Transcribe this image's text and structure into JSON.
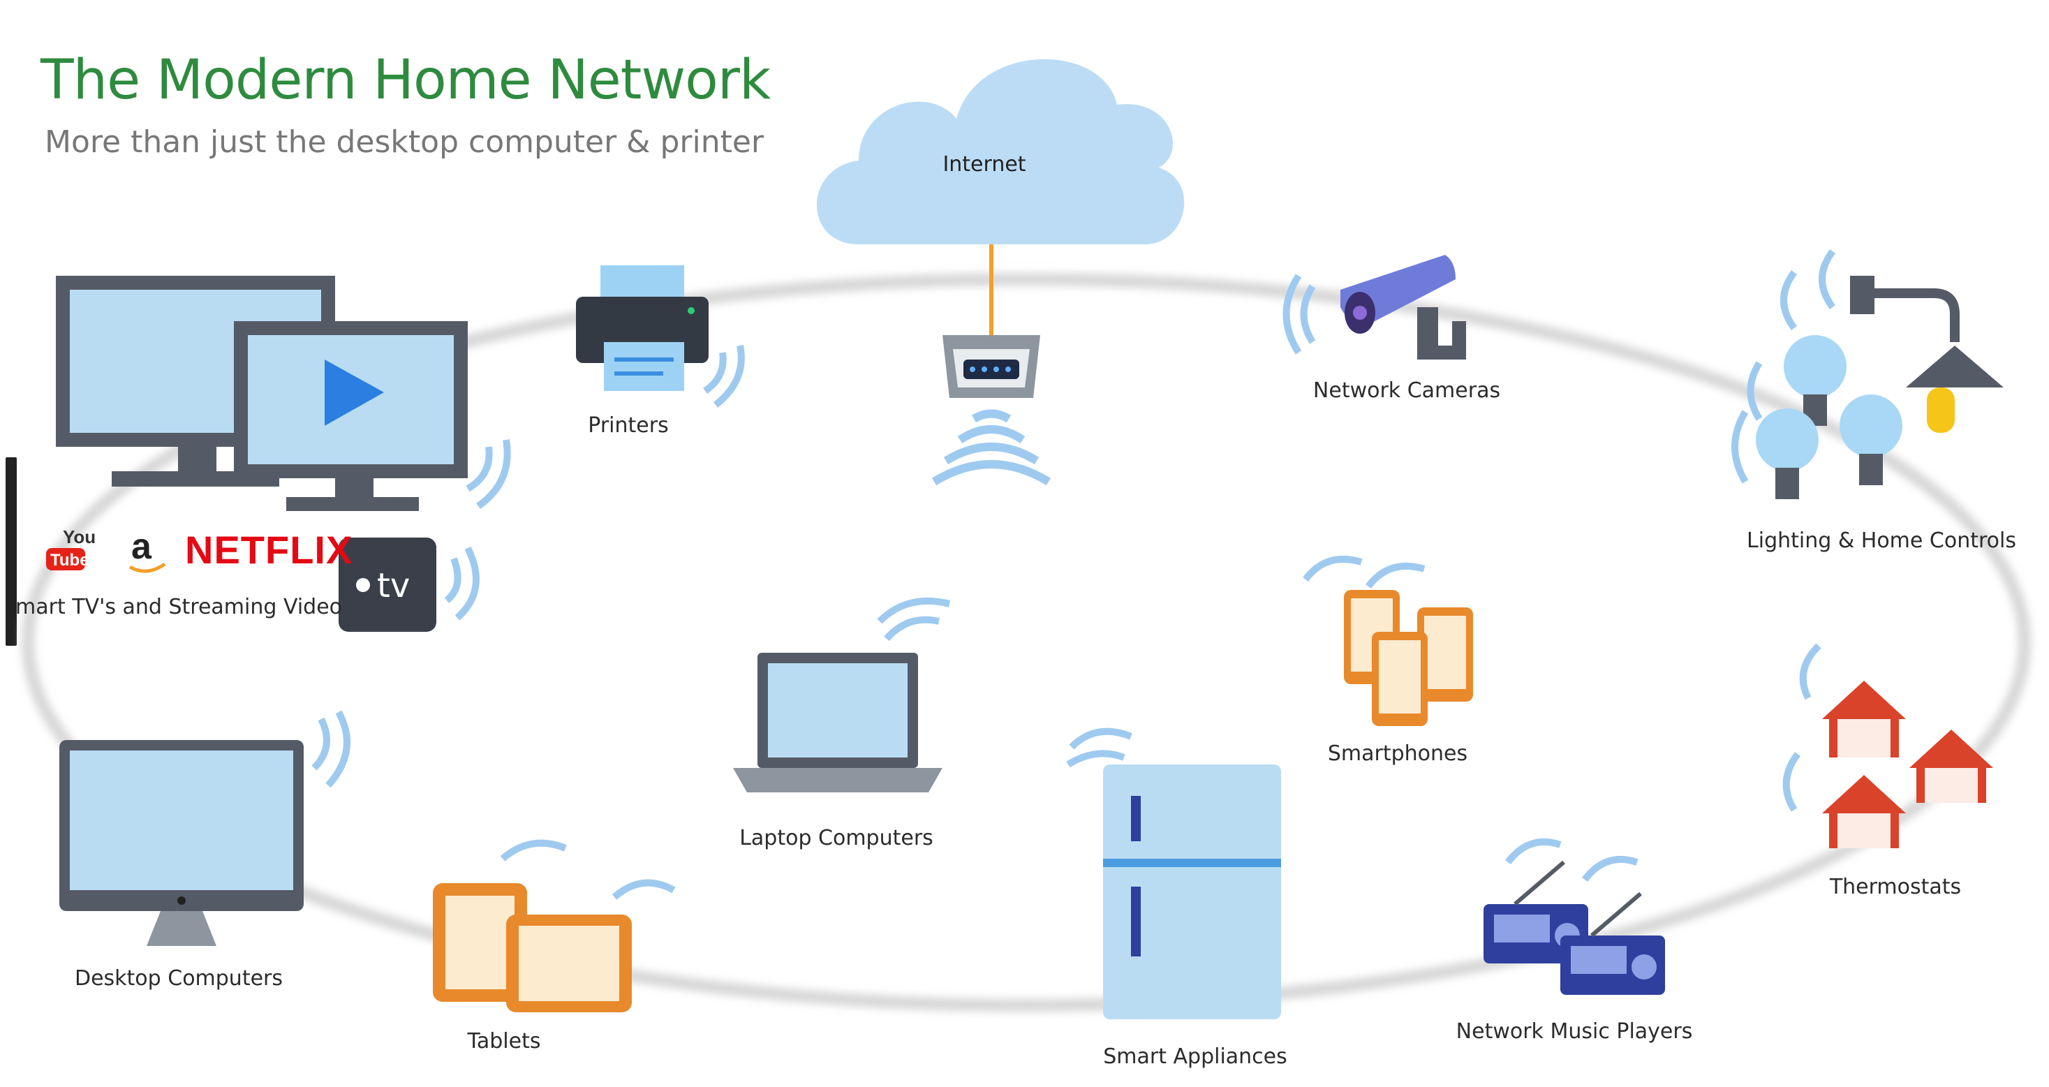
{
  "header": {
    "title": "The Modern Home Network",
    "subtitle": "More than just the desktop computer & printer"
  },
  "nodes": {
    "internet": "Internet",
    "printers": "Printers",
    "network_cameras": "Network Cameras",
    "lighting": "Lighting & Home Controls",
    "smart_tvs": "mart TV's and Streaming Video",
    "laptops": "Laptop Computers",
    "smartphones": "Smartphones",
    "thermostats": "Thermostats",
    "desktops": "Desktop Computers",
    "tablets": "Tablets",
    "appliances": "Smart Appliances",
    "music_players": "Network Music Players"
  },
  "logos": {
    "youtube_top": "You",
    "youtube_bottom": "Tube",
    "amazon": "a",
    "netflix": "NETFLIX",
    "appletv": "tv"
  },
  "colors": {
    "title": "#2e8b3e",
    "screen": "#b9dcf3",
    "frame": "#555b66",
    "wifi": "#9fcaf0",
    "orange": "#e8892b",
    "house": "#d9432a",
    "radio": "#2f3f9e",
    "cable": "#f2a02a",
    "play": "#2b7fe0"
  }
}
